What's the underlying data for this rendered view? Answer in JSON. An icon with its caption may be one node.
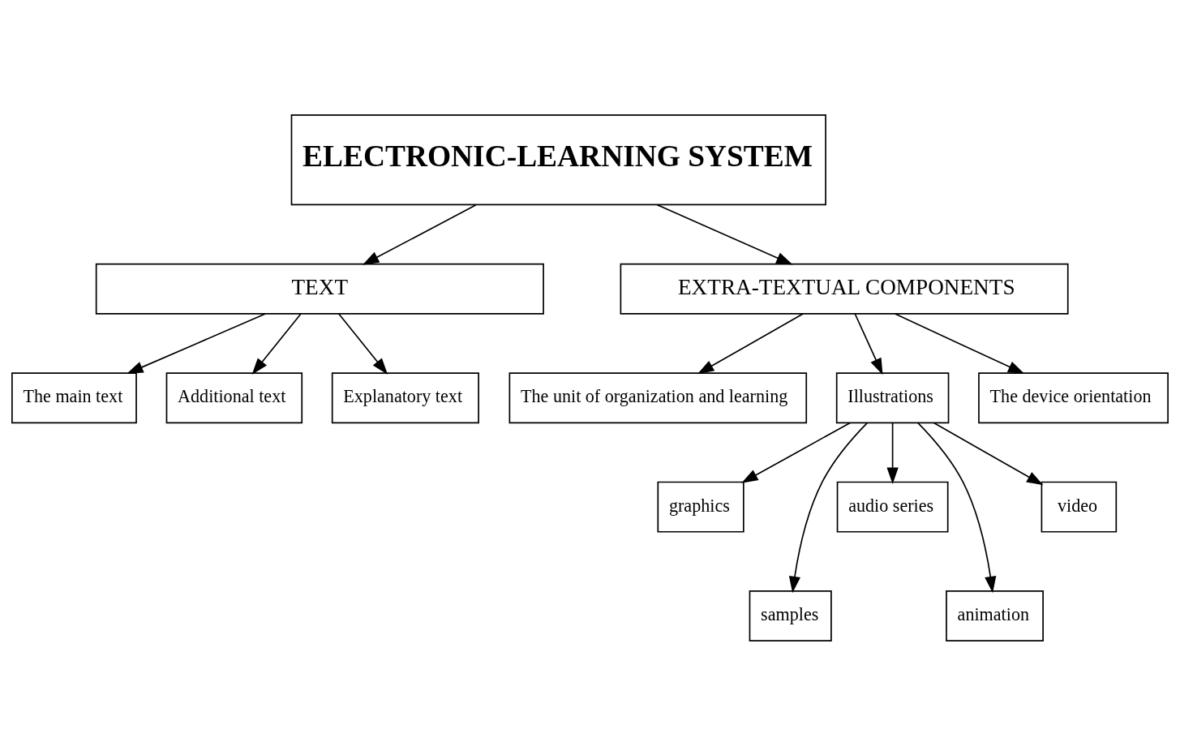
{
  "diagram": {
    "nodes": [
      {
        "text": [
          "ELECTRONIC-LEARNING SYSTEM"
        ]
      },
      {
        "text": [
          "TEXT"
        ]
      },
      {
        "text": [
          "EXTRA-TEXTUAL COMPONENTS"
        ]
      },
      {
        "text": [
          "The main text"
        ]
      },
      {
        "text": [
          "Additional text"
        ]
      },
      {
        "text": [
          "Explanatory text"
        ]
      },
      {
        "text": [
          "The unit of organization and learning"
        ]
      },
      {
        "text": [
          "Illustrations"
        ]
      },
      {
        "text": [
          "The device orientation"
        ]
      },
      {
        "text": [
          "graphics"
        ]
      },
      {
        "text": [
          "samples"
        ]
      },
      {
        "text": [
          "audio series"
        ]
      },
      {
        "text": [
          "animation"
        ]
      },
      {
        "text": [
          "video"
        ]
      }
    ],
    "edges": [
      {
        "from": 0,
        "to": 1,
        "arrow": "to"
      },
      {
        "from": 0,
        "to": 2,
        "arrow": "to"
      },
      {
        "from": 1,
        "to": 3,
        "arrow": "to"
      },
      {
        "from": 1,
        "to": 4,
        "arrow": "to"
      },
      {
        "from": 1,
        "to": 5,
        "arrow": "to"
      },
      {
        "from": 2,
        "to": 6,
        "arrow": "to"
      },
      {
        "from": 2,
        "to": 7,
        "arrow": "to"
      },
      {
        "from": 2,
        "to": 8,
        "arrow": "to"
      },
      {
        "from": 7,
        "to": 9,
        "arrow": "to"
      },
      {
        "from": 7,
        "to": 10,
        "arrow": "to"
      },
      {
        "from": 7,
        "to": 11,
        "arrow": "to"
      },
      {
        "from": 7,
        "to": 12,
        "arrow": "to"
      },
      {
        "from": 7,
        "to": 13,
        "arrow": "to"
      }
    ]
  }
}
